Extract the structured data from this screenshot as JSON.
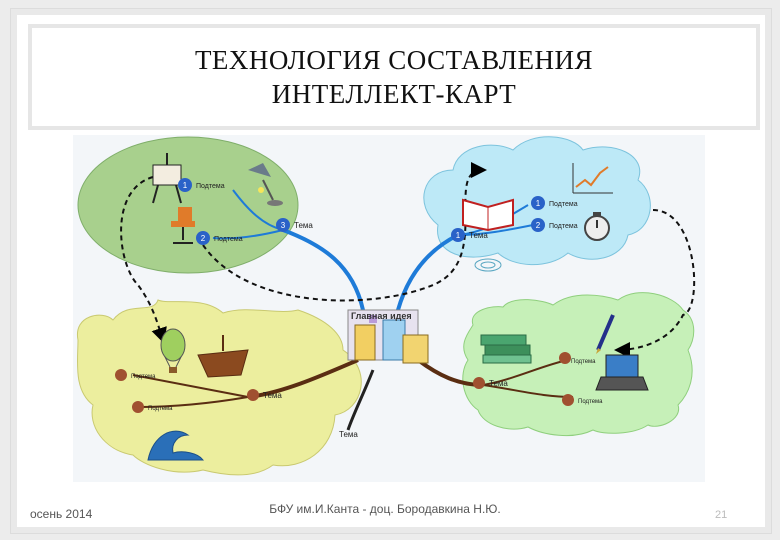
{
  "slide": {
    "title_line1": "ТЕХНОЛОГИЯ СОСТАВЛЕНИЯ",
    "title_line2": "ИНТЕЛЛЕКТ-КАРТ"
  },
  "diagram": {
    "central_label": "Главная идея",
    "bottom_topic": "Тема",
    "top_left": {
      "topic": "Тема",
      "subtopics": [
        "Подтема",
        "Подтема"
      ],
      "numbers": [
        "1",
        "2",
        "3"
      ]
    },
    "top_right": {
      "topic": "Тема",
      "subtopics": [
        "Подтема",
        "Подтема"
      ],
      "numbers": [
        "1",
        "1",
        "2"
      ]
    },
    "bottom_left": {
      "topic": "Тема",
      "subtopics": [
        "Подтема",
        "Подтема"
      ]
    },
    "bottom_right": {
      "topic": "Тема",
      "subtopics": [
        "Подтема",
        "Подтема"
      ]
    },
    "colors": {
      "green_region": "#a8d08d",
      "blue_cloud": "#bde9f7",
      "yellow_region": "#ecee9e",
      "light_green_region": "#c6f0b8",
      "badge_blue": "#2a62c8",
      "branch_blue": "#1e7bd8",
      "branch_brown": "#5a2d12"
    }
  },
  "footer": {
    "date": "осень 2014",
    "author": "БФУ им.И.Канта - доц. Бородавкина Н.Ю.",
    "page": "21"
  }
}
